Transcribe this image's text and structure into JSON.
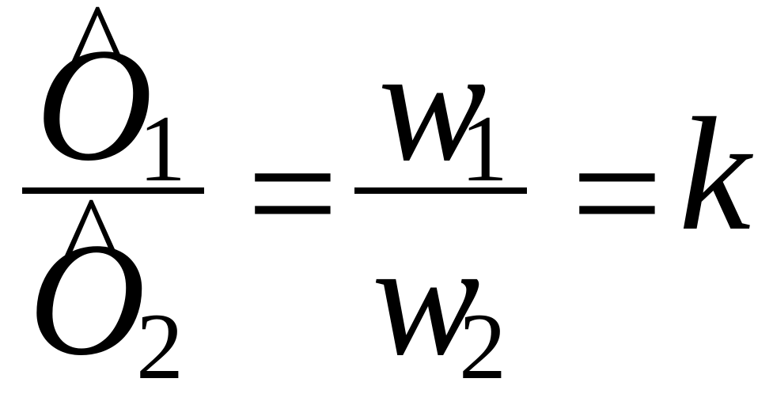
{
  "equation": {
    "left_fraction": {
      "numerator": {
        "base": "O",
        "accent": "^",
        "subscript": "1"
      },
      "denominator": {
        "base": "O",
        "accent": "^",
        "subscript": "2"
      }
    },
    "equals_1": "=",
    "middle_fraction": {
      "numerator": {
        "base": "w",
        "subscript": "1"
      },
      "denominator": {
        "base": "w",
        "subscript": "2"
      }
    },
    "equals_2": "=",
    "constant": "k"
  }
}
